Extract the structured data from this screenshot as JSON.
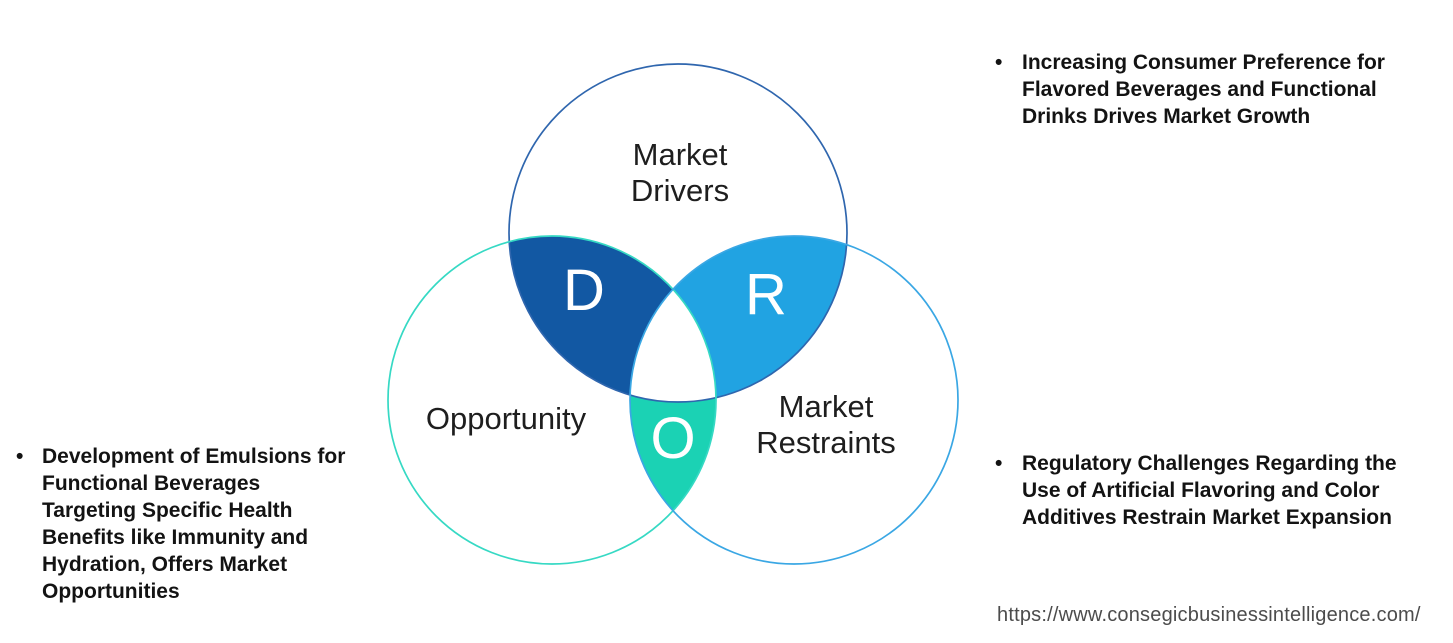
{
  "venn": {
    "drivers": {
      "label": "Market Drivers",
      "letter": "D"
    },
    "opportunity": {
      "label": "Opportunity",
      "letter": "O"
    },
    "restraints": {
      "label": "Market Restraints",
      "letter": "R"
    }
  },
  "colors": {
    "drivers_fill": "#1258a3",
    "restraints_fill": "#21a3e2",
    "opportunity_fill": "#1bd2b4",
    "center_fill": "#ffffff",
    "drivers_stroke": "#2f66ae",
    "opportunity_stroke": "#36d9c4",
    "restraints_stroke": "#3aa7e4"
  },
  "bullets": {
    "marker": "•",
    "driver": {
      "lines": [
        "Increasing Consumer Preference for",
        "Flavored Beverages and Functional",
        "Drinks Drives Market Growth"
      ]
    },
    "restraint": {
      "lines": [
        "Regulatory Challenges Regarding the",
        "Use of Artificial Flavoring and Color",
        "Additives Restrain Market Expansion"
      ]
    },
    "opportunity": {
      "lines": [
        "Development of Emulsions for",
        "Functional Beverages",
        "Targeting Specific Health",
        "Benefits like Immunity and",
        "Hydration, Offers Market",
        "Opportunities"
      ]
    }
  },
  "footer": {
    "url": "https://www.consegicbusinessintelligence.com/"
  }
}
